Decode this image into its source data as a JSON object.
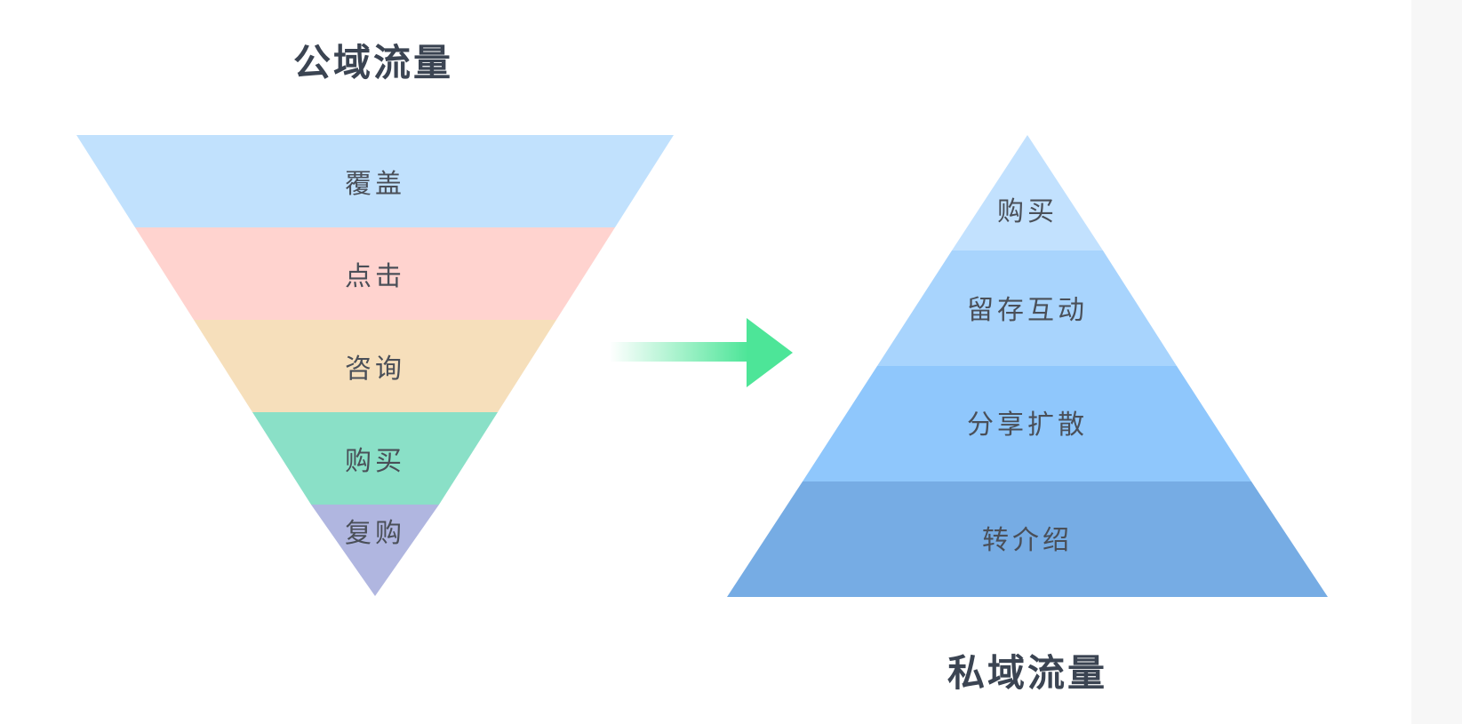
{
  "funnel": {
    "title": "公域流量",
    "layers": [
      {
        "label": "覆盖",
        "color": "#c1e1fd"
      },
      {
        "label": "点击",
        "color": "#ffd3cf"
      },
      {
        "label": "咨询",
        "color": "#f6dfbb"
      },
      {
        "label": "购买",
        "color": "#8ae0c7"
      },
      {
        "label": "复购",
        "color": "#b0b6e0"
      }
    ]
  },
  "pyramid": {
    "title": "私域流量",
    "layers": [
      {
        "label": "购买",
        "color": "#c2e1fe"
      },
      {
        "label": "留存互动",
        "color": "#a8d4fd"
      },
      {
        "label": "分享扩散",
        "color": "#8fc7fc"
      },
      {
        "label": "转介绍",
        "color": "#76ace4"
      }
    ]
  },
  "arrow": {
    "color": "#4de598"
  }
}
